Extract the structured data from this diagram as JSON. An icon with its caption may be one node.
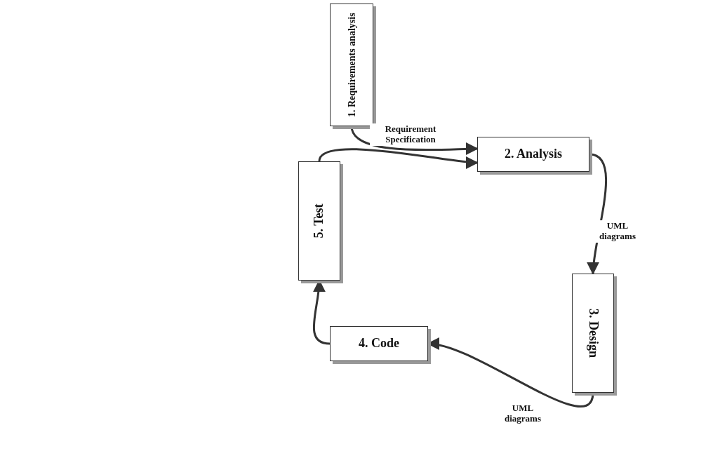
{
  "diagram": {
    "nodes": [
      {
        "text": [
          "1. Requirements analysis"
        ]
      },
      {
        "text": [
          "2. Analysis"
        ]
      },
      {
        "text": [
          "3. Design"
        ]
      },
      {
        "text": [
          "4. Code"
        ]
      },
      {
        "text": [
          "5. Test"
        ]
      }
    ],
    "edges": [
      {
        "from": 0,
        "to": 1,
        "arrow": "to",
        "label": "Requirement Specification"
      },
      {
        "from": 1,
        "to": 2,
        "arrow": "to",
        "label": "UML diagrams"
      },
      {
        "from": 2,
        "to": 3,
        "arrow": "to",
        "label": "UML diagrams"
      },
      {
        "from": 3,
        "to": 4,
        "arrow": "to"
      },
      {
        "from": 4,
        "to": 1,
        "arrow": "to"
      }
    ]
  }
}
